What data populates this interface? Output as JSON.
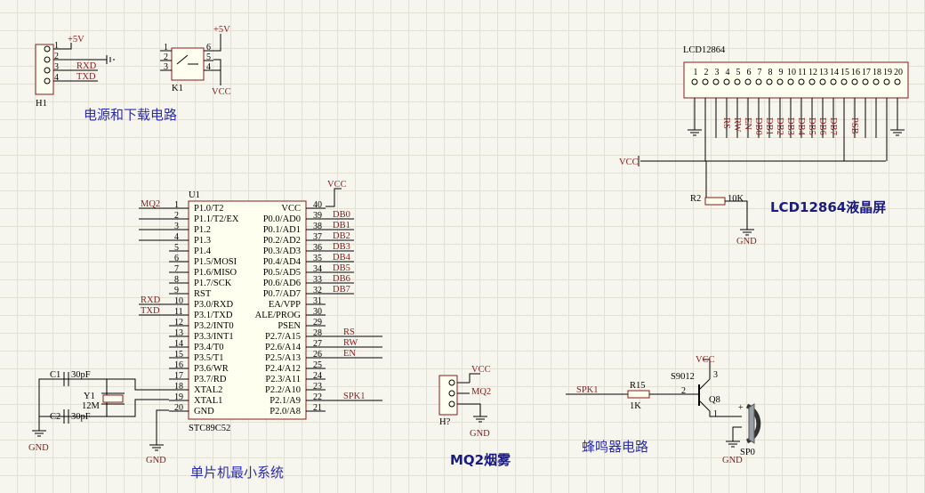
{
  "power_section": {
    "title": "电源和下载电路",
    "header_ref": "H1",
    "header_pins": [
      "1",
      "2",
      "3",
      "4"
    ],
    "vcc5": "+5V",
    "rxd": "RXD",
    "txd": "TXD",
    "switch_ref": "K1",
    "switch_pins": [
      "1",
      "2",
      "3",
      "4",
      "5",
      "6"
    ],
    "switch_vcc5": "+5V",
    "switch_vcc": "VCC"
  },
  "mcu_section": {
    "title": "单片机最小系统",
    "ref": "U1",
    "part": "STC89C52",
    "vcc_label": "VCC",
    "left_pins": [
      {
        "num": "1",
        "name": "P1.0/T2",
        "net": "MQ2"
      },
      {
        "num": "2",
        "name": "P1.1/T2/EX",
        "net": ""
      },
      {
        "num": "3",
        "name": "P1.2",
        "net": ""
      },
      {
        "num": "4",
        "name": "P1.3",
        "net": ""
      },
      {
        "num": "5",
        "name": "P1.4",
        "net": ""
      },
      {
        "num": "6",
        "name": "P1.5/MOSI",
        "net": ""
      },
      {
        "num": "7",
        "name": "P1.6/MISO",
        "net": ""
      },
      {
        "num": "8",
        "name": "P1.7/SCK",
        "net": ""
      },
      {
        "num": "9",
        "name": "RST",
        "net": ""
      },
      {
        "num": "10",
        "name": "P3.0/RXD",
        "net": "RXD"
      },
      {
        "num": "11",
        "name": "P3.1/TXD",
        "net": "TXD"
      },
      {
        "num": "12",
        "name": "P3.2/INT0",
        "net": ""
      },
      {
        "num": "13",
        "name": "P3.3/INT1",
        "net": ""
      },
      {
        "num": "14",
        "name": "P3.4/T0",
        "net": ""
      },
      {
        "num": "15",
        "name": "P3.5/T1",
        "net": ""
      },
      {
        "num": "16",
        "name": "P3.6/WR",
        "net": ""
      },
      {
        "num": "17",
        "name": "P3.7/RD",
        "net": ""
      },
      {
        "num": "18",
        "name": "XTAL2",
        "net": ""
      },
      {
        "num": "19",
        "name": "XTAL1",
        "net": ""
      },
      {
        "num": "20",
        "name": "GND",
        "net": ""
      }
    ],
    "right_pins": [
      {
        "num": "40",
        "name": "VCC",
        "net": ""
      },
      {
        "num": "39",
        "name": "P0.0/AD0",
        "net": "DB0"
      },
      {
        "num": "38",
        "name": "P0.1/AD1",
        "net": "DB1"
      },
      {
        "num": "37",
        "name": "P0.2/AD2",
        "net": "DB2"
      },
      {
        "num": "36",
        "name": "P0.3/AD3",
        "net": "DB3"
      },
      {
        "num": "35",
        "name": "P0.4/AD4",
        "net": "DB4"
      },
      {
        "num": "34",
        "name": "P0.5/AD5",
        "net": "DB5"
      },
      {
        "num": "33",
        "name": "P0.6/AD6",
        "net": "DB6"
      },
      {
        "num": "32",
        "name": "P0.7/AD7",
        "net": "DB7"
      },
      {
        "num": "31",
        "name": "EA/VPP",
        "net": ""
      },
      {
        "num": "30",
        "name": "ALE/PROG",
        "net": ""
      },
      {
        "num": "29",
        "name": "PSEN",
        "net": ""
      },
      {
        "num": "28",
        "name": "P2.7/A15",
        "net": "RS"
      },
      {
        "num": "27",
        "name": "P2.6/A14",
        "net": "RW"
      },
      {
        "num": "26",
        "name": "P2.5/A13",
        "net": "EN"
      },
      {
        "num": "25",
        "name": "P2.4/A12",
        "net": ""
      },
      {
        "num": "24",
        "name": "P2.3/A11",
        "net": ""
      },
      {
        "num": "23",
        "name": "P2.2/A10",
        "net": ""
      },
      {
        "num": "22",
        "name": "P2.1/A9",
        "net": "SPK1"
      },
      {
        "num": "21",
        "name": "P2.0/A8",
        "net": ""
      }
    ],
    "c1": "C1",
    "c1_val": "30pF",
    "c2": "C2",
    "c2_val": "30pF",
    "y1": "Y1",
    "y1_val": "12M",
    "gnd1": "GND",
    "gnd2": "GND"
  },
  "lcd_section": {
    "part": "LCD12864",
    "title": "LCD12864液晶屏",
    "pins": [
      "1",
      "2",
      "3",
      "4",
      "5",
      "6",
      "7",
      "8",
      "9",
      "10",
      "11",
      "12",
      "13",
      "14",
      "15",
      "16",
      "17",
      "18",
      "19",
      "20"
    ],
    "signals": [
      "RS",
      "RW",
      "EN",
      "DB0",
      "DB1",
      "DB2",
      "DB3",
      "DB4",
      "DB5",
      "DB6",
      "DB7",
      "PSB"
    ],
    "vcc": "VCC",
    "r2": "R2",
    "r2_val": "10K",
    "gnd": "GND"
  },
  "mq2_section": {
    "title": "MQ2烟雾",
    "ref": "H?",
    "net": "MQ2",
    "vcc": "VCC",
    "gnd": "GND"
  },
  "buzzer_section": {
    "title": "蜂鸣器电路",
    "net": "SPK1",
    "r15": "R15",
    "r15_val": "1K",
    "q_part": "S9012",
    "q_ref": "Q8",
    "vcc": "VCC",
    "gnd": "GND",
    "sp_ref": "SP0",
    "q_pins": [
      "3",
      "2",
      "1"
    ]
  }
}
